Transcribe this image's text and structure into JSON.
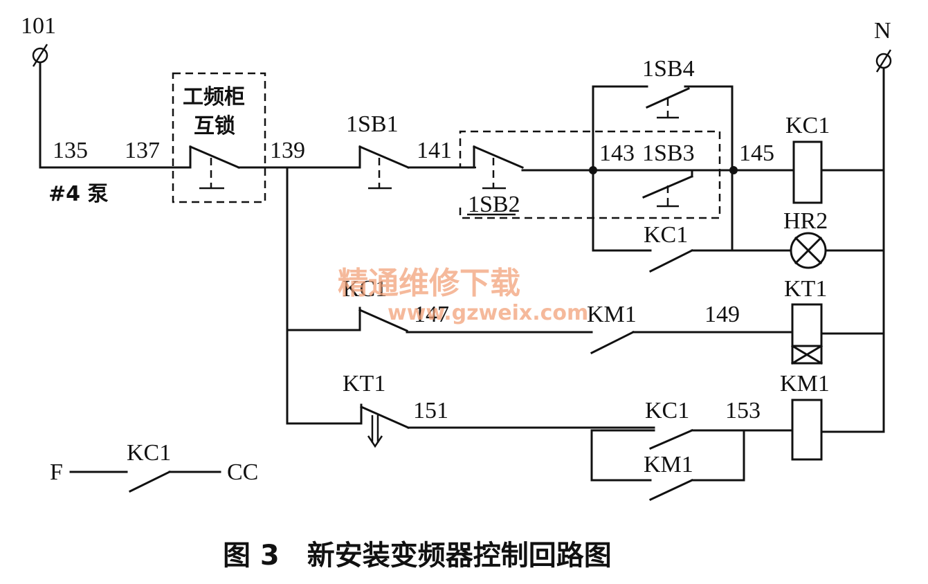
{
  "terminals": {
    "left": "101",
    "right": "N",
    "symbol": "∅"
  },
  "labels": {
    "n135": "135",
    "n137": "137",
    "n139": "139",
    "n141": "141",
    "n143": "143",
    "n145": "145",
    "n147": "147",
    "n149": "149",
    "n151": "151",
    "n153": "153",
    "pump": "#4 泵",
    "interlock_line1": "工频柜",
    "interlock_line2": "互锁",
    "sb1": "1SB1",
    "sb2": "1SB2",
    "sb3": "1SB3",
    "sb4": "1SB4",
    "kc1_coil": "KC1",
    "kc1_hold": "KC1",
    "kc1_nc": "KC1",
    "kc1_153": "KC1",
    "kc1_aux": "KC1",
    "hr2": "HR2",
    "kt1_coil": "KT1",
    "kt1_contact": "KT1",
    "km1_contact": "KM1",
    "km1_coil": "KM1",
    "km1_hold": "KM1",
    "f": "F",
    "cc": "CC"
  },
  "watermark": {
    "cn": "精通维修下载",
    "url": "www.gzweix.com"
  },
  "caption": "图 3　新安装变频器控制回路图"
}
